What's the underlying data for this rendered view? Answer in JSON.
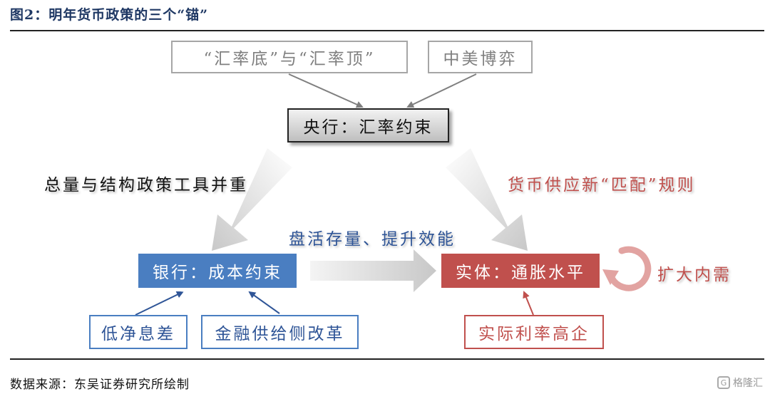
{
  "figure": {
    "title": "图2：明年货币政策的三个“锚”",
    "source": "数据来源：东吴证券研究所绘制",
    "watermark": "格隆汇"
  },
  "nodes": {
    "exchange_rate": "“汇率底”与“汇率顶”",
    "us_china": "中美博弈",
    "central_bank": "央行：汇率约束",
    "bank": "银行：成本约束",
    "entity": "实体：通胀水平",
    "deposit_spread": "低净息差",
    "financial_supply_reform": "金融供给侧改革",
    "real_rate": "实际利率高企"
  },
  "labels": {
    "total_structural": "总量与结构政策工具并重",
    "supply_match": "货币供应新“匹配”规则",
    "revitalize": "盘活存量、提升效能",
    "domestic_demand": "扩大内需"
  },
  "colors": {
    "blue": "#4a7ec1",
    "red": "#c0504d",
    "grey": "#a6a6a6"
  }
}
